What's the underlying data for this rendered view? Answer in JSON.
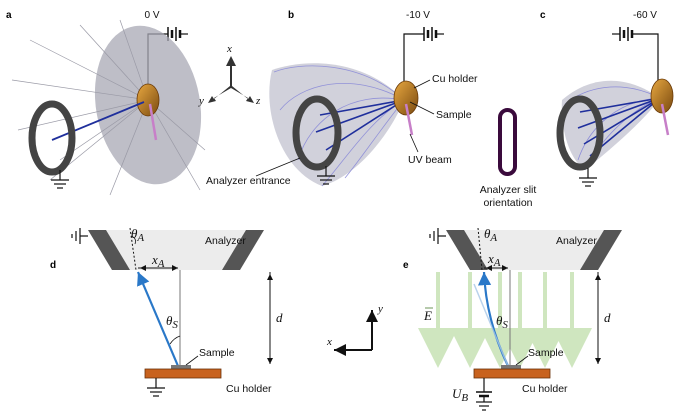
{
  "panels": {
    "a": {
      "letter": "a",
      "voltage": "0 V"
    },
    "b": {
      "letter": "b",
      "voltage": "-10 V",
      "cu_holder": "Cu holder",
      "sample": "Sample",
      "uv_beam": "UV beam",
      "analyzer_entrance": "Analyzer entrance"
    },
    "c": {
      "letter": "c",
      "voltage": "-60 V"
    },
    "d": {
      "letter": "d",
      "analyzer": "Analyzer",
      "theta_a": "θ",
      "theta_a_sub": "A",
      "x_a": "x",
      "x_a_sub": "A",
      "theta_s": "θ",
      "theta_s_sub": "S",
      "distance": "d",
      "sample": "Sample",
      "cu_holder": "Cu holder"
    },
    "e": {
      "letter": "e",
      "analyzer": "Analyzer",
      "theta_a": "θ",
      "theta_a_sub": "A",
      "x_a": "x",
      "x_a_sub": "A",
      "theta_s": "θ",
      "theta_s_sub": "S",
      "distance": "d",
      "field": "E",
      "sample": "Sample",
      "cu_holder": "Cu holder",
      "bias": "U",
      "bias_sub": "B"
    }
  },
  "axes3d": {
    "x": "x",
    "y": "y",
    "z": "z"
  },
  "axes2d": {
    "x": "x",
    "y": "y"
  },
  "slit": {
    "line1": "Analyzer slit",
    "line2": "orientation"
  },
  "colors": {
    "ring": "#444444",
    "trajectory": "#1f2f9c",
    "uv_beam": "#c77fc8",
    "holder": "#c8821e",
    "field": "#cfe6bf",
    "electron": "#2a78c8",
    "slit": "#3a0a3c"
  }
}
